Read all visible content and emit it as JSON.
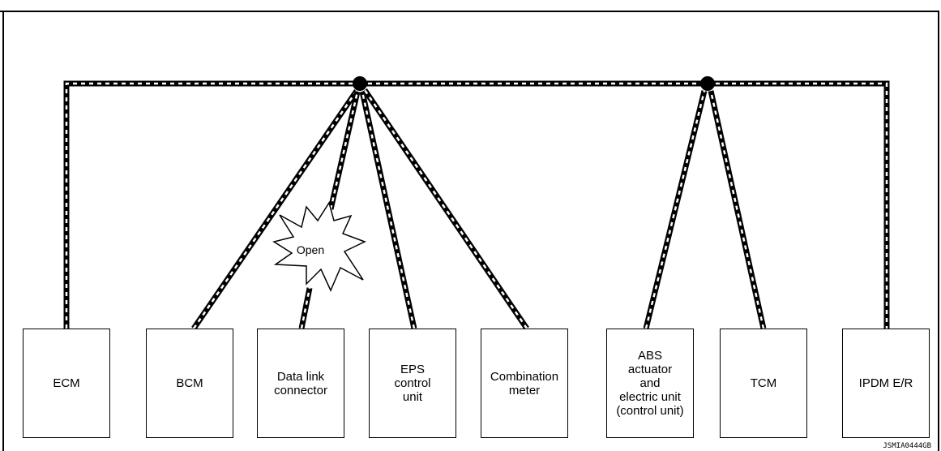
{
  "units": [
    {
      "id": "ecm",
      "label": "ECM"
    },
    {
      "id": "bcm",
      "label": "BCM"
    },
    {
      "id": "data-link-connector",
      "label": "Data link\nconnector"
    },
    {
      "id": "eps",
      "label": "EPS\ncontrol\nunit"
    },
    {
      "id": "combination-meter",
      "label": "Combination\nmeter"
    },
    {
      "id": "abs",
      "label": "ABS\nactuator\nand\nelectric unit\n(control unit)"
    },
    {
      "id": "tcm",
      "label": "TCM"
    },
    {
      "id": "ipdm",
      "label": "IPDM E/R"
    }
  ],
  "fault_label": "Open",
  "reference_code": "JSMIA0444GB",
  "colors": {
    "line": "#000000",
    "background": "#ffffff",
    "stripe": "#ffffff"
  }
}
